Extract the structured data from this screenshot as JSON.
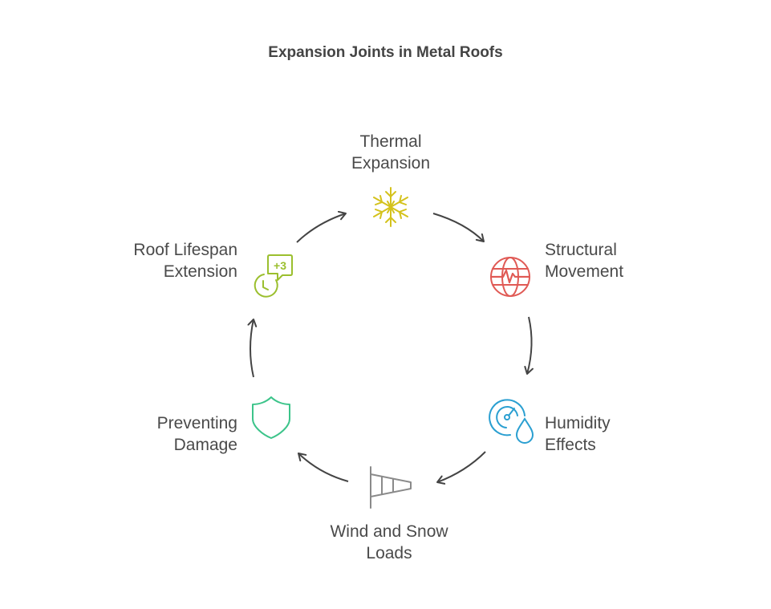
{
  "title": "Expansion Joints in Metal Roofs",
  "nodes": [
    {
      "line1": "Thermal",
      "line2": "Expansion",
      "icon": "snowflake-icon",
      "color": "#d4c21c"
    },
    {
      "line1": "Structural",
      "line2": "Movement",
      "icon": "globe-pulse-icon",
      "color": "#e05a55"
    },
    {
      "line1": "Humidity",
      "line2": "Effects",
      "icon": "humidity-gauge-icon",
      "color": "#2a9fd1"
    },
    {
      "line1": "Wind and Snow",
      "line2": "Loads",
      "icon": "windsock-icon",
      "color": "#8a8a8a"
    },
    {
      "line1": "Preventing",
      "line2": "Damage",
      "icon": "shield-icon",
      "color": "#3cc48a"
    },
    {
      "line1": "Roof Lifespan",
      "line2": "Extension",
      "icon": "clock-plus-three-icon",
      "color": "#9bbf2e",
      "badge": "+3"
    }
  ],
  "arrow_color": "#444444"
}
